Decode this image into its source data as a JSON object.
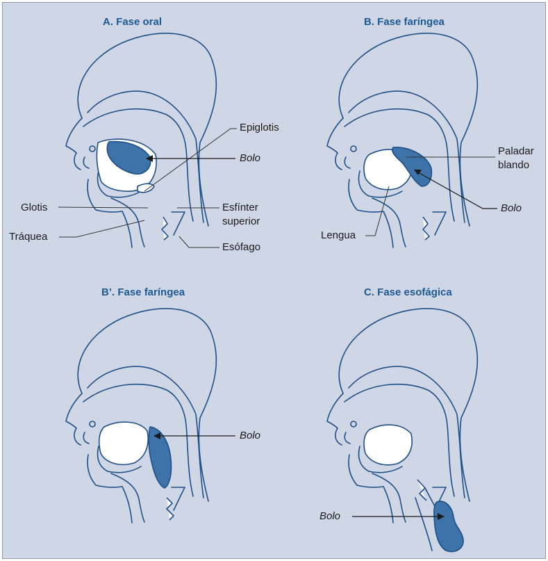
{
  "panels": {
    "a": {
      "title": "A. Fase oral",
      "labels": {
        "epiglotis": "Epiglotis",
        "bolo": "Bolo",
        "glotis": "Glotis",
        "esfinter": "Esfínter\nsuperior",
        "traquea": "Tráquea",
        "esofago": "Esófago"
      }
    },
    "b": {
      "title": "B. Fase faríngea",
      "labels": {
        "paladar": "Paladar\nblando",
        "bolo": "Bolo",
        "lengua": "Lengua"
      }
    },
    "b2": {
      "title": "B’. Fase faríngea",
      "labels": {
        "bolo": "Bolo"
      }
    },
    "c": {
      "title": "C. Fase esofágica",
      "labels": {
        "bolo": "Bolo"
      }
    }
  },
  "colors": {
    "background": "#cfd6e5",
    "outline": "#1d4f86",
    "bolus": "#3d73a9",
    "title": "#1d5a94"
  }
}
